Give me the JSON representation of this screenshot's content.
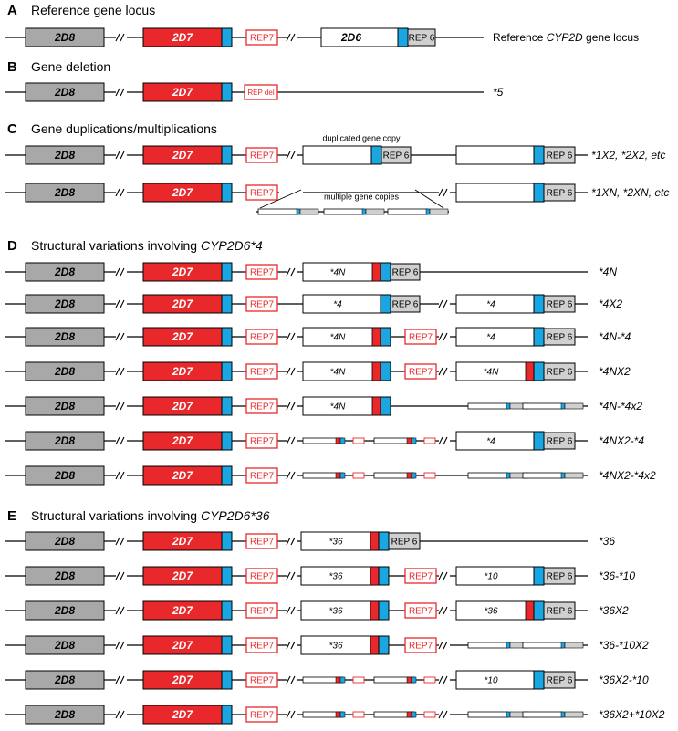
{
  "colors": {
    "gray": "#a8a8a8",
    "red": "#e8282b",
    "blue": "#1aa6e0",
    "light_gray": "#d0d0d0",
    "white": "#ffffff",
    "line": "#000000"
  },
  "labels": {
    "gene_2d8": "2D8",
    "gene_2d7": "2D7",
    "gene_2d6": "2D6",
    "rep7": "REP7",
    "rep6": "REP 6",
    "rep_del": "REP del"
  },
  "sections": [
    {
      "letter": "A",
      "title": "Reference gene locus",
      "title_italic": ""
    },
    {
      "letter": "B",
      "title": "Gene deletion",
      "title_italic": ""
    },
    {
      "letter": "C",
      "title": "Gene duplications/multiplications",
      "title_italic": ""
    },
    {
      "letter": "D",
      "title": "Structural variations involving ",
      "title_italic": "CYP2D6*4"
    },
    {
      "letter": "E",
      "title": "Structural variations involving ",
      "title_italic": "CYP2D6*36"
    }
  ],
  "annotations": {
    "duplicated_copy": "duplicated gene copy",
    "multiple_copies": "multiple gene copies"
  },
  "rows": [
    {
      "id": "A1",
      "right_plain": "Reference ",
      "right_italic": "CYP2D",
      "right_tail": " gene locus"
    },
    {
      "id": "B1",
      "right_plain": "",
      "right_italic": "*5",
      "right_tail": ""
    },
    {
      "id": "C1",
      "right_plain": "",
      "right_italic": "*1X2, *2X2, etc",
      "right_tail": ""
    },
    {
      "id": "C2",
      "right_plain": "",
      "right_italic": "*1XN, *2XN, etc",
      "right_tail": ""
    },
    {
      "id": "D1",
      "right_plain": "",
      "right_italic": "*4N",
      "right_tail": "",
      "g1": "*4N"
    },
    {
      "id": "D2",
      "right_plain": "",
      "right_italic": "*4X2",
      "right_tail": "",
      "g1": "*4",
      "g2": "*4"
    },
    {
      "id": "D3",
      "right_plain": "",
      "right_italic": "*4N-*4",
      "right_tail": "",
      "g1": "*4N",
      "g2": "*4"
    },
    {
      "id": "D4",
      "right_plain": "",
      "right_italic": "*4NX2",
      "right_tail": "",
      "g1": "*4N",
      "g2": "*4N"
    },
    {
      "id": "D5",
      "right_plain": "",
      "right_italic": "*4N-*4x2",
      "right_tail": "",
      "g1": "*4N"
    },
    {
      "id": "D6",
      "right_plain": "",
      "right_italic": "*4NX2-*4",
      "right_tail": "",
      "g2": "*4"
    },
    {
      "id": "D7",
      "right_plain": "",
      "right_italic": "*4NX2-*4x2",
      "right_tail": ""
    },
    {
      "id": "E1",
      "right_plain": "",
      "right_italic": "*36",
      "right_tail": "",
      "g1": "*36"
    },
    {
      "id": "E2",
      "right_plain": "",
      "right_italic": "*36-*10",
      "right_tail": "",
      "g1": "*36",
      "g2": "*10"
    },
    {
      "id": "E3",
      "right_plain": "",
      "right_italic": "*36X2",
      "right_tail": "",
      "g1": "*36",
      "g2": "*36"
    },
    {
      "id": "E4",
      "right_plain": "",
      "right_italic": "*36-*10X2",
      "right_tail": "",
      "g1": "*36"
    },
    {
      "id": "E5",
      "right_plain": "",
      "right_italic": "*36X2-*10",
      "right_tail": "",
      "g2": "*10"
    },
    {
      "id": "E6",
      "right_plain": "",
      "right_italic": "*36X2+*10X2",
      "right_tail": ""
    }
  ]
}
